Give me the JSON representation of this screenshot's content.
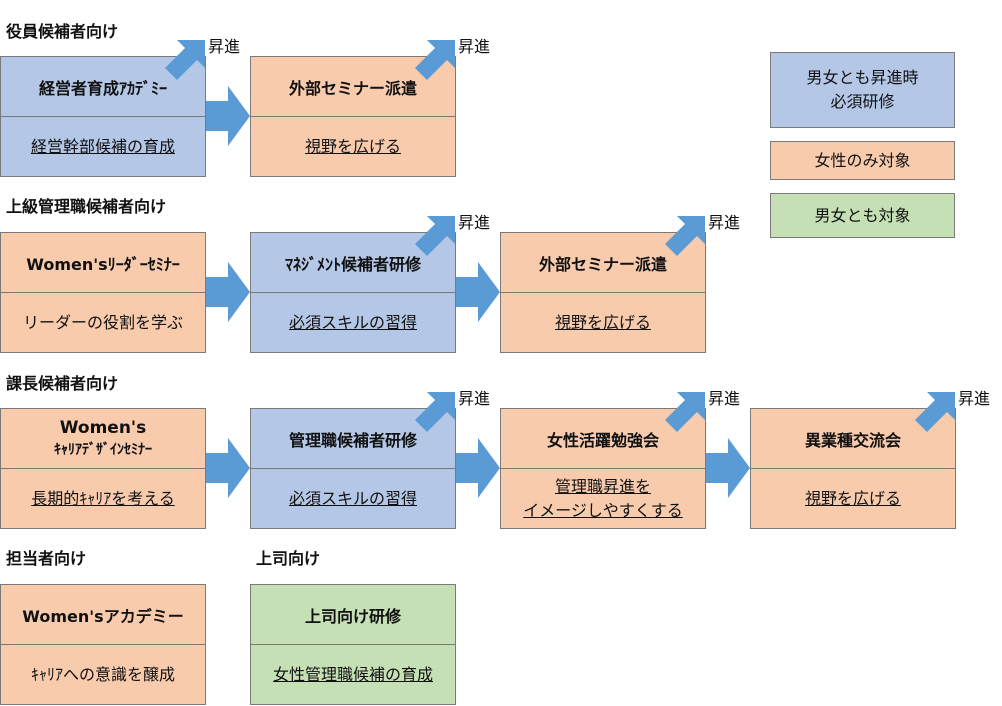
{
  "sections": {
    "executive": "役員候補者向け",
    "senior_manager": "上級管理職候補者向け",
    "section_chief": "課長候補者向け",
    "staff": "担当者向け",
    "supervisor": "上司向け"
  },
  "promotion_label": "昇進",
  "cards": {
    "exec_academy": {
      "title": "経営者育成ｱｶﾃﾞﾐｰ",
      "subtitle": "経営幹部候補の育成"
    },
    "exec_external": {
      "title": "外部セミナー派遣",
      "subtitle": "視野を広げる"
    },
    "sm_leader": {
      "title": "Women'sﾘｰﾀﾞｰｾﾐﾅｰ",
      "subtitle": "リーダーの役割を学ぶ"
    },
    "sm_management": {
      "title": "ﾏﾈｼﾞﾒﾝﾄ候補者研修",
      "subtitle": "必須スキルの習得"
    },
    "sm_external": {
      "title": "外部セミナー派遣",
      "subtitle": "視野を広げる"
    },
    "sc_career_line1": "Women's",
    "sc_career_line2": "ｷｬﾘｱﾃﾞｻﾞｲﾝｾﾐﾅｰ",
    "sc_career_sub": "長期的ｷｬﾘｱを考える",
    "sc_manager": {
      "title": "管理職候補者研修",
      "subtitle": "必須スキルの習得"
    },
    "sc_study": {
      "title": "女性活躍勉強会",
      "subtitle_line1": "管理職昇進を",
      "subtitle_line2": "イメージしやすくする"
    },
    "sc_crossindustry": {
      "title": "異業種交流会",
      "subtitle": "視野を広げる"
    },
    "staff_academy": {
      "title": "Women'sアカデミー",
      "subtitle": "ｷｬﾘｱへの意識を醸成"
    },
    "supervisor_training": {
      "title": "上司向け研修",
      "subtitle": "女性管理職候補の育成"
    }
  },
  "legend": {
    "mandatory_line1": "男女とも昇進時",
    "mandatory_line2": "必須研修",
    "women_only": "女性のみ対象",
    "both": "男女とも対象"
  },
  "colors": {
    "women_only": "#f8cbad",
    "mandatory": "#b4c7e7",
    "both": "#c5e0b4",
    "arrow": "#5b9bd5"
  }
}
